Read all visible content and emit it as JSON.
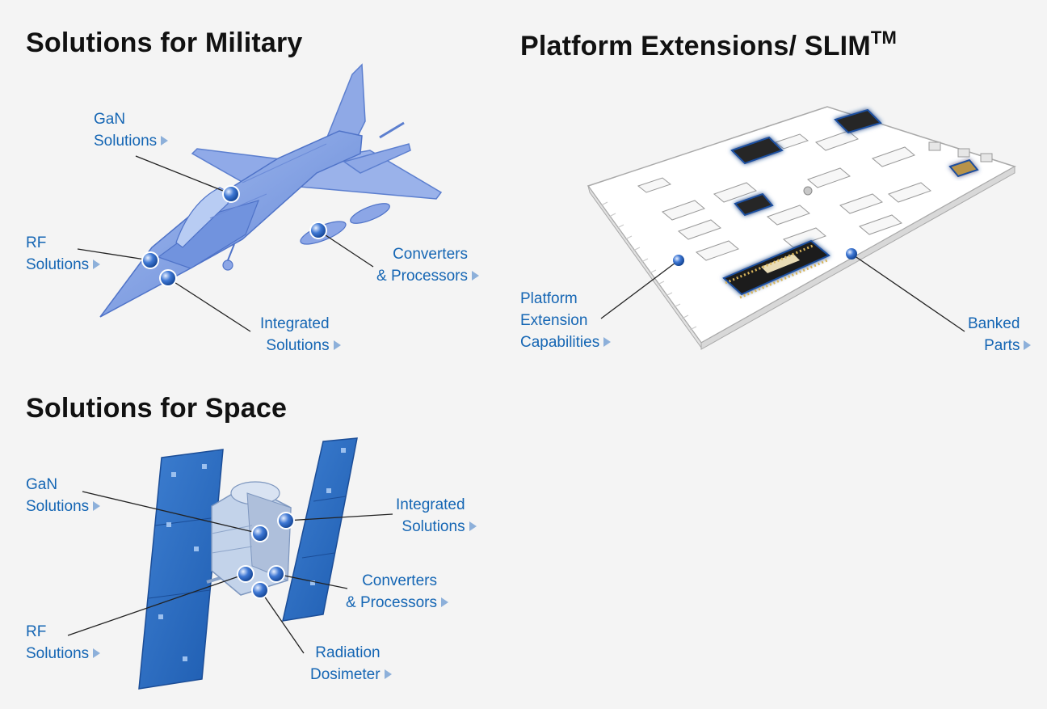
{
  "military": {
    "title": "Solutions for Military",
    "labels": {
      "gan": [
        "GaN",
        "Solutions"
      ],
      "rf": [
        "RF",
        "Solutions"
      ],
      "converters": [
        "Converters",
        "& Processors"
      ],
      "integrated": [
        "Integrated",
        "Solutions"
      ]
    }
  },
  "platform": {
    "title": "Platform Extensions/ SLIM",
    "trademark": "TM",
    "labels": {
      "capabilities": [
        "Platform",
        "Extension",
        "Capabilities"
      ],
      "banked": [
        "Banked",
        "Parts"
      ]
    }
  },
  "space": {
    "title": "Solutions for Space",
    "labels": {
      "gan": [
        "GaN",
        "Solutions"
      ],
      "rf": [
        "RF",
        "Solutions"
      ],
      "integrated": [
        "Integrated",
        "Solutions"
      ],
      "converters": [
        "Converters",
        "& Processors"
      ],
      "dosimeter": [
        "Radiation",
        "Dosimeter"
      ]
    }
  },
  "icons": {
    "callout_arrow": "triangle-right-icon",
    "callout_dot": "hotspot-dot-icon"
  },
  "colors": {
    "label_text": "#1566b4",
    "arrow": "#8db0da",
    "jet_fill": "#7f9fe2",
    "panel_fill": "#2f6fc0",
    "background": "#f4f4f4"
  }
}
